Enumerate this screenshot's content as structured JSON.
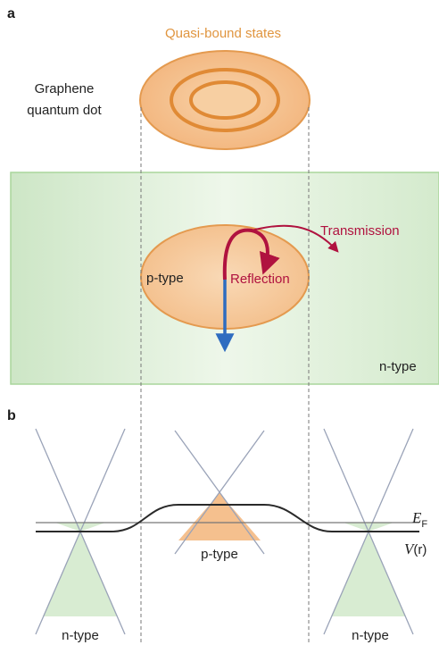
{
  "panel_a": {
    "label": "a",
    "quasi_bound_label": "Quasi-bound states",
    "dot_label_line1": "Graphene",
    "dot_label_line2": "quantum dot",
    "p_type_label": "p-type",
    "reflection_label": "Reflection",
    "transmission_label": "Transmission",
    "n_type_label": "n-type"
  },
  "panel_b": {
    "label": "b",
    "fermi_symbol": "E",
    "fermi_subscript": "F",
    "potential_symbol": "V",
    "potential_arg": "(r)",
    "left_region_label": "n-type",
    "center_region_label": "p-type",
    "right_region_label": "n-type"
  },
  "colors": {
    "orange_stroke": "#e49a4f",
    "orange_fill": "#f5c08e",
    "green_fill": "#d8ecd2",
    "green_stroke": "#9fcf90",
    "reflection_red": "#b0123f",
    "arrow_blue": "#2e6cc0",
    "cone_line": "#9aa3b8"
  }
}
